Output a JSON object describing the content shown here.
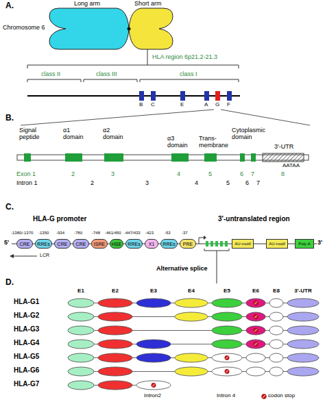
{
  "diagram": {
    "nodes": [
      {
        "text": [
          "CRE"
        ]
      },
      {
        "text": [
          "RREs"
        ]
      },
      {
        "text": [
          "CRE"
        ]
      },
      {
        "text": [
          "CRE"
        ]
      },
      {
        "text": [
          "ISRE"
        ]
      },
      {
        "text": [
          "HSE"
        ]
      },
      {
        "text": [
          "RREs"
        ]
      },
      {
        "text": [
          "X1"
        ]
      },
      {
        "text": [
          "RREs"
        ]
      },
      {
        "text": [
          "PRE"
        ]
      },
      {
        "text": [
          "AU-motif"
        ]
      },
      {
        "text": [
          "AU-motif"
        ]
      },
      {
        "text": [
          "Poly-A"
        ]
      }
    ],
    "edges": [
      {
        "from": 0,
        "to": 1,
        "arrow": "none"
      },
      {
        "from": 1,
        "to": 2,
        "arrow": "none"
      },
      {
        "from": 2,
        "to": 3,
        "arrow": "none"
      },
      {
        "from": 3,
        "to": 4,
        "arrow": "none"
      },
      {
        "from": 4,
        "to": 5,
        "arrow": "none"
      },
      {
        "from": 5,
        "to": 6,
        "arrow": "none"
      },
      {
        "from": 6,
        "to": 7,
        "arrow": "none"
      },
      {
        "from": 7,
        "to": 8,
        "arrow": "none"
      },
      {
        "from": 8,
        "to": 9,
        "arrow": "none"
      },
      {
        "from": 10,
        "to": 11,
        "arrow": "none"
      },
      {
        "from": 11,
        "to": 12,
        "arrow": "none"
      }
    ],
    "labels": [
      "A.",
      "Long arm",
      "Short arm",
      "Chromosome 6",
      "HLA region 6p21.2-21.3",
      "class II",
      "class III",
      "class I",
      "B",
      "C",
      "E",
      "A",
      "G",
      "F",
      "B.",
      "Signal peptide",
      "α1 domain",
      "α2 domain",
      "α3 domain",
      "Trans-membrane",
      "Cytoplasmic domain",
      "3'-UTR",
      "AATAA",
      "Exon 1",
      "2",
      "3",
      "4",
      "5",
      "6",
      "7",
      "8",
      "Intron 1",
      "2",
      "3",
      "4",
      "5",
      "6",
      "7",
      "C.",
      "HLA-G promoter",
      "3'-untranslated region",
      "5'",
      "3'",
      "-1380/-1370",
      "-1350",
      "-934",
      "-780",
      "-748",
      "-461/450",
      "-447/433",
      "-423",
      "-53",
      "-37",
      "LCR",
      "Alternative splice",
      "D.",
      "E1",
      "E2",
      "E3",
      "E4",
      "E5",
      "E6",
      "E8",
      "3'-UTR",
      "HLA-G1",
      "HLA-G2",
      "HLA-G3",
      "HLA-G4",
      "HLA-G5",
      "HLA-G6",
      "HLA-G7",
      "Intron2",
      "Intron 4"
    ],
    "legend": [
      {
        "text": "codon stop"
      }
    ]
  }
}
